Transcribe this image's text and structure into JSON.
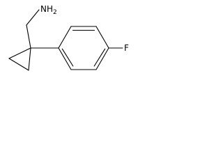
{
  "structure": {
    "labels": {
      "amine": "NH",
      "amine_subscript": "2",
      "fluorine": "F"
    }
  }
}
